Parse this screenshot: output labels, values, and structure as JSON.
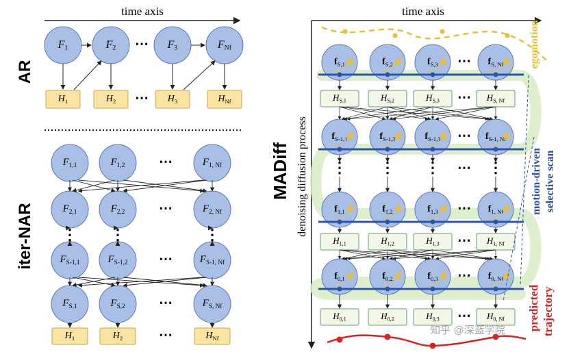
{
  "left": {
    "time_axis": "time axis",
    "ar_label": "AR",
    "iternar_label": "iter-NAR",
    "ellipsis": "⋯",
    "vellipsis": "⋮",
    "ar_frames": [
      "F1",
      "F2",
      "F3",
      "FNf"
    ],
    "ar_hidden": [
      "H1",
      "H2",
      "H3",
      "HNf"
    ],
    "nar_rows": [
      [
        "F1,1",
        "F1,2",
        "F1, Nf"
      ],
      [
        "F2,1",
        "F2,2",
        "F2, Nf"
      ],
      [
        "FS-1,1",
        "FS-1,2",
        "FS-1, Nf"
      ],
      [
        "FS,1",
        "FS,2",
        "FS, Nf"
      ]
    ],
    "nar_hidden": [
      "H1",
      "H2",
      "HNf"
    ]
  },
  "right": {
    "time_axis": "time axis",
    "madiff_label": "MADiff",
    "vertical_axis": "denoising diffusion process",
    "egomotion": "egomotion",
    "motion_driven": "motion-driven",
    "selective_scan": "selective scan",
    "predicted": "predicted",
    "trajectory": "trajectory",
    "watermark": "知乎 @深蓝学院",
    "ellipsis": "⋯",
    "vellipsis": "⋮",
    "frame_rows": [
      [
        "fS,1",
        "fS,2",
        "fS,3",
        "fS, Nf"
      ],
      [
        "fS-1,1",
        "fS-1,2",
        "fS-1,3",
        "fS-1, Nf"
      ],
      [
        "f1,1",
        "f1,2",
        "f1,3",
        "f1, Nf"
      ],
      [
        "f0,1",
        "f0,2",
        "f0,3",
        "f0, Nf"
      ]
    ],
    "hidden_rows": [
      [
        "HS,1",
        "HS,2",
        "HS,3",
        "HS, Nf"
      ],
      [
        "H1,1",
        "H1,2",
        "H1,3",
        "H1, Nf"
      ],
      [
        "H0,1",
        "H0,2",
        "H0,3",
        "H0, Nf"
      ]
    ]
  },
  "colors": {
    "node_fill": "#a9bfe6",
    "node_stroke": "#5a78b8",
    "hidden_fill": "#fbe3a2",
    "hidden_stroke": "#c9a450",
    "hidden_fill_right": "#f3f7e8",
    "hidden_stroke_right": "#5f9f74",
    "scan_blue": "#2c55a8",
    "ego_yellow": "#e8bf3a",
    "traj_red": "#d42424",
    "band_green": "#d8ecc4",
    "label_blue": "#2b4f9e"
  }
}
